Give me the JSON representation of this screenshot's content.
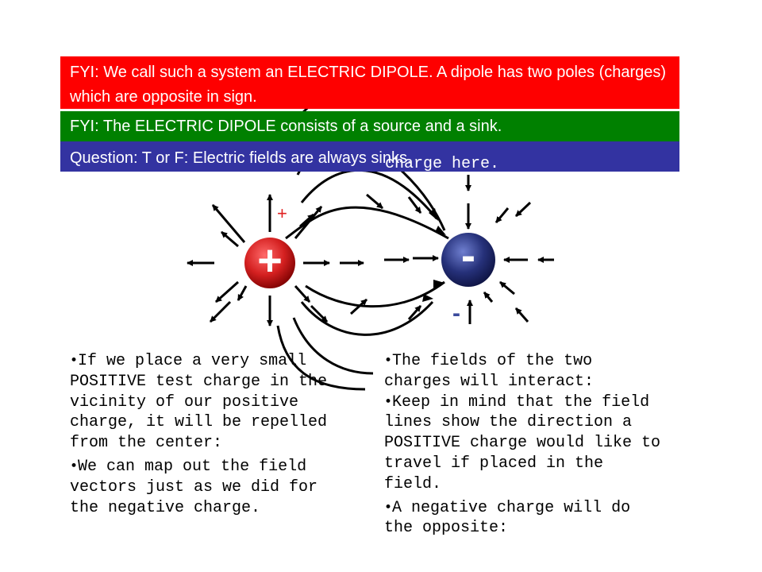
{
  "colors": {
    "banner_fyi_dipole": "#fe0000",
    "banner_fyi_source_sink": "#008000",
    "banner_question": "#3333a1",
    "positive_charge": "#d42020",
    "negative_charge": "#26317a",
    "small_plus": "#e02020",
    "small_minus": "#3b4a9c"
  },
  "banners": {
    "fyi_dipole": "FYI:  We call such a system an ELECTRIC DIPOLE.  A dipole has two poles (charges) which are opposite in sign.",
    "fyi_source_sink": "FYI:  The ELECTRIC DIPOLE  consists of a source and a sink.",
    "question": "Question:  T or F:  Electric fields are always sinks."
  },
  "hidden_text": "We can place a negative charge here.",
  "charges": {
    "positive_symbol": "+",
    "negative_symbol": "-",
    "small_positive_symbol": "+",
    "small_negative_symbol": "-"
  },
  "left_text": {
    "para1": "If we place a very small POSITIVE test charge in the vicinity of our positive charge, it will be repelled from the center:",
    "para2": "We can map out the field vectors just as we did for the negative charge."
  },
  "right_text": {
    "para1": "The fields of the two charges will interact:",
    "para2": "Keep in mind that the field lines show the direction a POSITIVE charge would like to travel if placed in the field.",
    "para3": "A negative charge will do the opposite:"
  },
  "bullet": "•",
  "icons": {
    "arrow": "arrow-icon",
    "positive": "positive-charge-icon",
    "negative": "negative-charge-icon"
  }
}
